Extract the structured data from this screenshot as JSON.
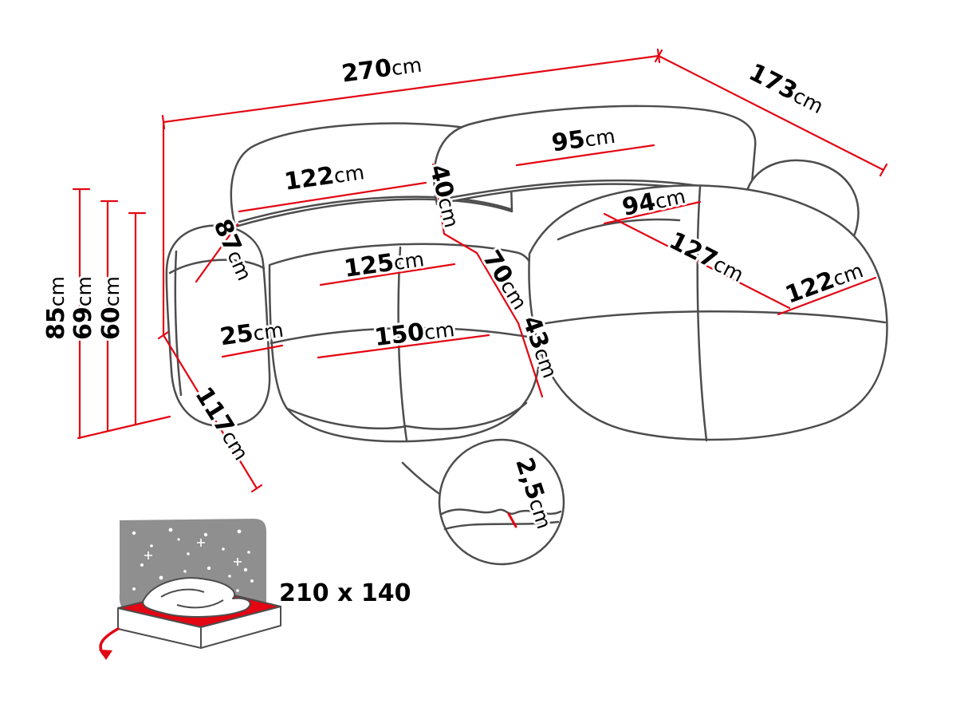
{
  "diagram": {
    "product": "corner-sofa-dimension-diagram",
    "colors": {
      "dimension_line": "#e30613",
      "drawing_line": "#4d4d4d",
      "label_text": "#000000",
      "night_panel": "#8f8f8f",
      "mattress_top": "#e30613"
    },
    "dimensions": {
      "total_width": {
        "value": "270",
        "unit": "cm"
      },
      "total_depth": {
        "value": "173",
        "unit": "cm"
      },
      "back_cushion_left_width": {
        "value": "122",
        "unit": "cm"
      },
      "back_cushion_right_width": {
        "value": "95",
        "unit": "cm"
      },
      "back_cushion_thickness": {
        "value": "40",
        "unit": "cm"
      },
      "corner_seat_width": {
        "value": "94",
        "unit": "cm"
      },
      "armrest_height": {
        "value": "87",
        "unit": "cm"
      },
      "chaise_length": {
        "value": "127",
        "unit": "cm"
      },
      "chaise_width": {
        "value": "122",
        "unit": "cm"
      },
      "seat_cushion_width": {
        "value": "125",
        "unit": "cm"
      },
      "seat_depth": {
        "value": "70",
        "unit": "cm"
      },
      "total_height": {
        "value": "85",
        "unit": "cm"
      },
      "backrest_height": {
        "value": "69",
        "unit": "cm"
      },
      "armrest_top_height": {
        "value": "60",
        "unit": "cm"
      },
      "armrest_width": {
        "value": "25",
        "unit": "cm"
      },
      "seat_front_width": {
        "value": "150",
        "unit": "cm"
      },
      "seat_height": {
        "value": "43",
        "unit": "cm"
      },
      "side_depth": {
        "value": "117",
        "unit": "cm"
      },
      "seam_detail": {
        "value": "2,5",
        "unit": "cm"
      }
    },
    "sleeping_area": {
      "label": "210 x 140"
    }
  }
}
